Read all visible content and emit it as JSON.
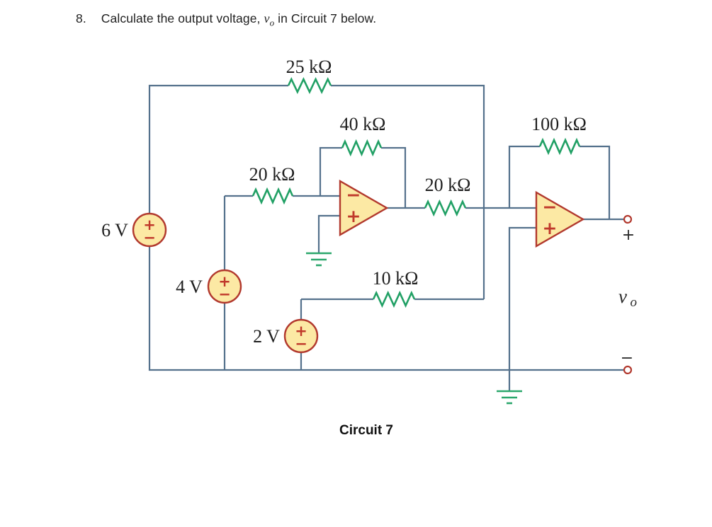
{
  "problem": {
    "number": "8.",
    "text_before_var": "Calculate the output voltage, ",
    "variable": "v",
    "variable_subscript": "o",
    "text_after_var": " in Circuit 7 below."
  },
  "circuit": {
    "caption": "Circuit 7",
    "resistors": {
      "r25k": "25 kΩ",
      "r40k": "40 kΩ",
      "r100k": "100 kΩ",
      "r20k_input": "20 kΩ",
      "r20k_mid": "20 kΩ",
      "r10k": "10 kΩ"
    },
    "sources": {
      "v6": "6 V",
      "v4": "4 V",
      "v2": "2 V"
    },
    "signs": {
      "plus": "+",
      "minus": "−"
    },
    "output": {
      "terminal_plus": "+",
      "terminal_minus": "−",
      "variable": "v",
      "variable_subscript": "o"
    }
  },
  "colors": {
    "wire": "#54718c",
    "resistor": "#21a065",
    "component_outline": "#b2392e",
    "component_fill": "#fce9a4",
    "polarity_sign": "#c0392b",
    "ground": "#2ba76c",
    "label_text": "#1f1f1f"
  }
}
